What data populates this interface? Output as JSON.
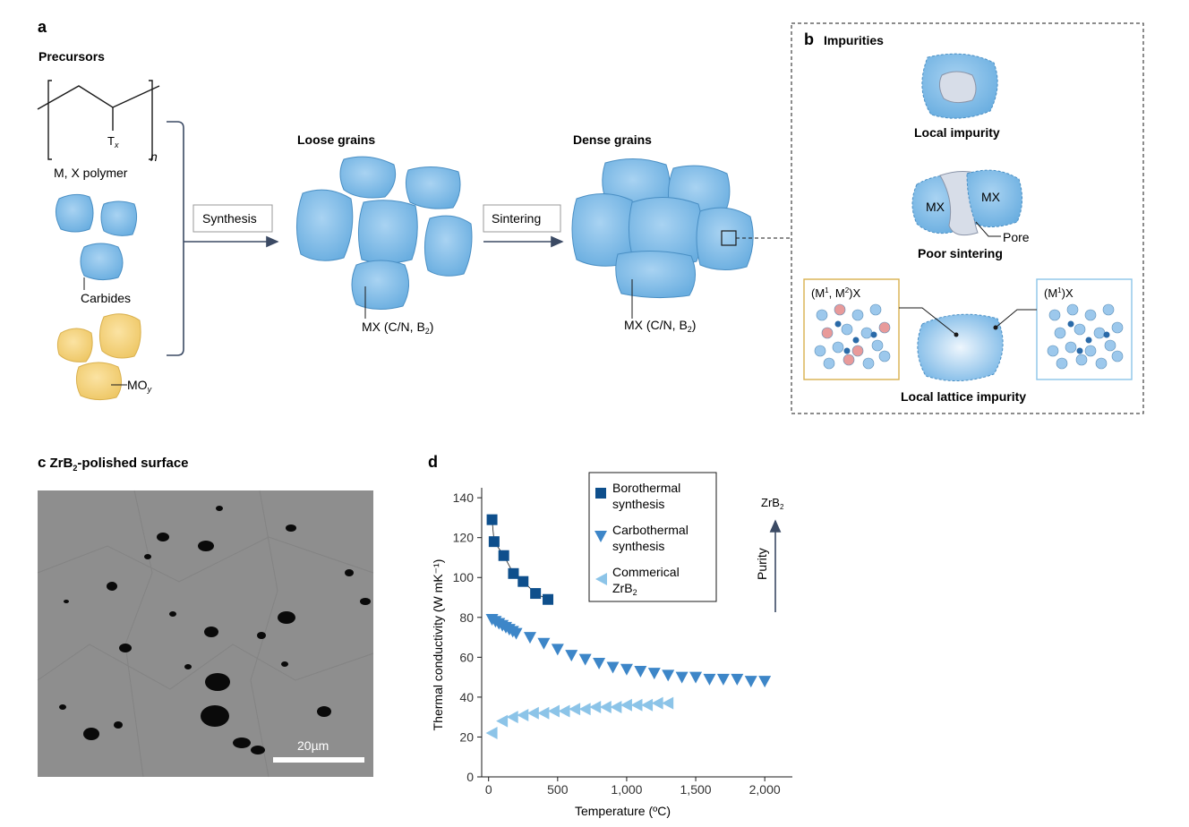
{
  "panel_a": {
    "letter": "a",
    "precursors_label": "Precursors",
    "polymer_group_main": "T",
    "polymer_group_sub": "x",
    "polymer_index": "n",
    "polymer_label": "M, X polymer",
    "carbides_label": "Carbides",
    "oxide_main": "MO",
    "oxide_sub": "y",
    "synthesis_label": "Synthesis",
    "loose_grains_title": "Loose grains",
    "loose_mx_main": "MX (C/N, B",
    "loose_mx_sub": "2",
    "loose_mx_end": ")",
    "sintering_label": "Sintering",
    "dense_grains_title": "Dense grains",
    "dense_mx_main": "MX (C/N, B",
    "dense_mx_sub": "2",
    "dense_mx_end": ")"
  },
  "panel_b": {
    "letter": "b",
    "title": "Impurities",
    "local_impurity": "Local impurity",
    "mx_left": "MX",
    "mx_right": "MX",
    "pore": "Pore",
    "poor_sintering": "Poor sintering",
    "lattice_left_pre": "(M",
    "lattice_left_sup1": "1",
    "lattice_left_mid": ", M",
    "lattice_left_sup2": "2",
    "lattice_left_end": ")X",
    "lattice_right_pre": "(M",
    "lattice_right_sup": "1",
    "lattice_right_end": ")X",
    "local_lattice_impurity": "Local lattice impurity"
  },
  "panel_c": {
    "letter": "c",
    "title_pre": "ZrB",
    "title_sub": "2",
    "title_post": "-polished surface",
    "scale_bar": "20µm"
  },
  "panel_d": {
    "letter": "d",
    "legend": {
      "borothermal_1": "Borothermal",
      "borothermal_2": "synthesis",
      "carbothermal_1": "Carbothermal",
      "carbothermal_2": "synthesis",
      "commercial_1": "Commerical",
      "commercial_2_main": "ZrB",
      "commercial_2_sub": "2"
    },
    "purity_label": "Purity",
    "purity_top_main": "ZrB",
    "purity_top_sub": "2"
  },
  "colors": {
    "grain_blue": "#7ab8e6",
    "grain_edge": "#4a8fc4",
    "oxide_yellow": "#f2d07a",
    "borothermal": "#0e4f8c",
    "carbothermal": "#3d86c8",
    "commercial": "#8cc4e8",
    "arrow": "#3b4a64"
  },
  "chart_data": {
    "type": "scatter",
    "xlabel": "Temperature (ºC)",
    "ylabel": "Thermal conductivity (W mK⁻¹)",
    "xlim": [
      -50,
      2200
    ],
    "ylim": [
      0,
      145
    ],
    "xticks": [
      0,
      500,
      1000,
      1500,
      2000
    ],
    "xtick_labels": [
      "0",
      "500",
      "1,000",
      "1,500",
      "2,000"
    ],
    "yticks": [
      0,
      20,
      40,
      60,
      80,
      100,
      120,
      140
    ],
    "ytick_labels": [
      "0",
      "20",
      "40",
      "60",
      "80",
      "100",
      "120",
      "140"
    ],
    "series": [
      {
        "name": "Borothermal synthesis",
        "marker": "square",
        "color": "#0e4f8c",
        "x": [
          25,
          40,
          110,
          180,
          250,
          340,
          430
        ],
        "y": [
          129,
          118,
          111,
          102,
          98,
          92,
          89
        ]
      },
      {
        "name": "Carbothermal synthesis",
        "marker": "triangle-down",
        "color": "#3d86c8",
        "x": [
          25,
          50,
          75,
          100,
          125,
          150,
          175,
          200,
          300,
          400,
          500,
          600,
          700,
          800,
          900,
          1000,
          1100,
          1200,
          1300,
          1400,
          1500,
          1600,
          1700,
          1800,
          1900,
          2000
        ],
        "y": [
          79,
          78,
          77,
          76,
          75,
          74,
          73,
          72,
          70,
          67,
          64,
          61,
          59,
          57,
          55,
          54,
          53,
          52,
          51,
          50,
          50,
          49,
          49,
          49,
          48,
          48
        ]
      },
      {
        "name": "Commerical ZrB2",
        "marker": "triangle-left",
        "color": "#8cc4e8",
        "x": [
          25,
          100,
          175,
          250,
          325,
          400,
          475,
          550,
          625,
          700,
          775,
          850,
          925,
          1000,
          1075,
          1150,
          1225,
          1300
        ],
        "y": [
          22,
          28,
          30,
          31,
          32,
          32,
          33,
          33,
          34,
          34,
          35,
          35,
          35,
          36,
          36,
          36,
          37,
          37
        ]
      }
    ]
  }
}
